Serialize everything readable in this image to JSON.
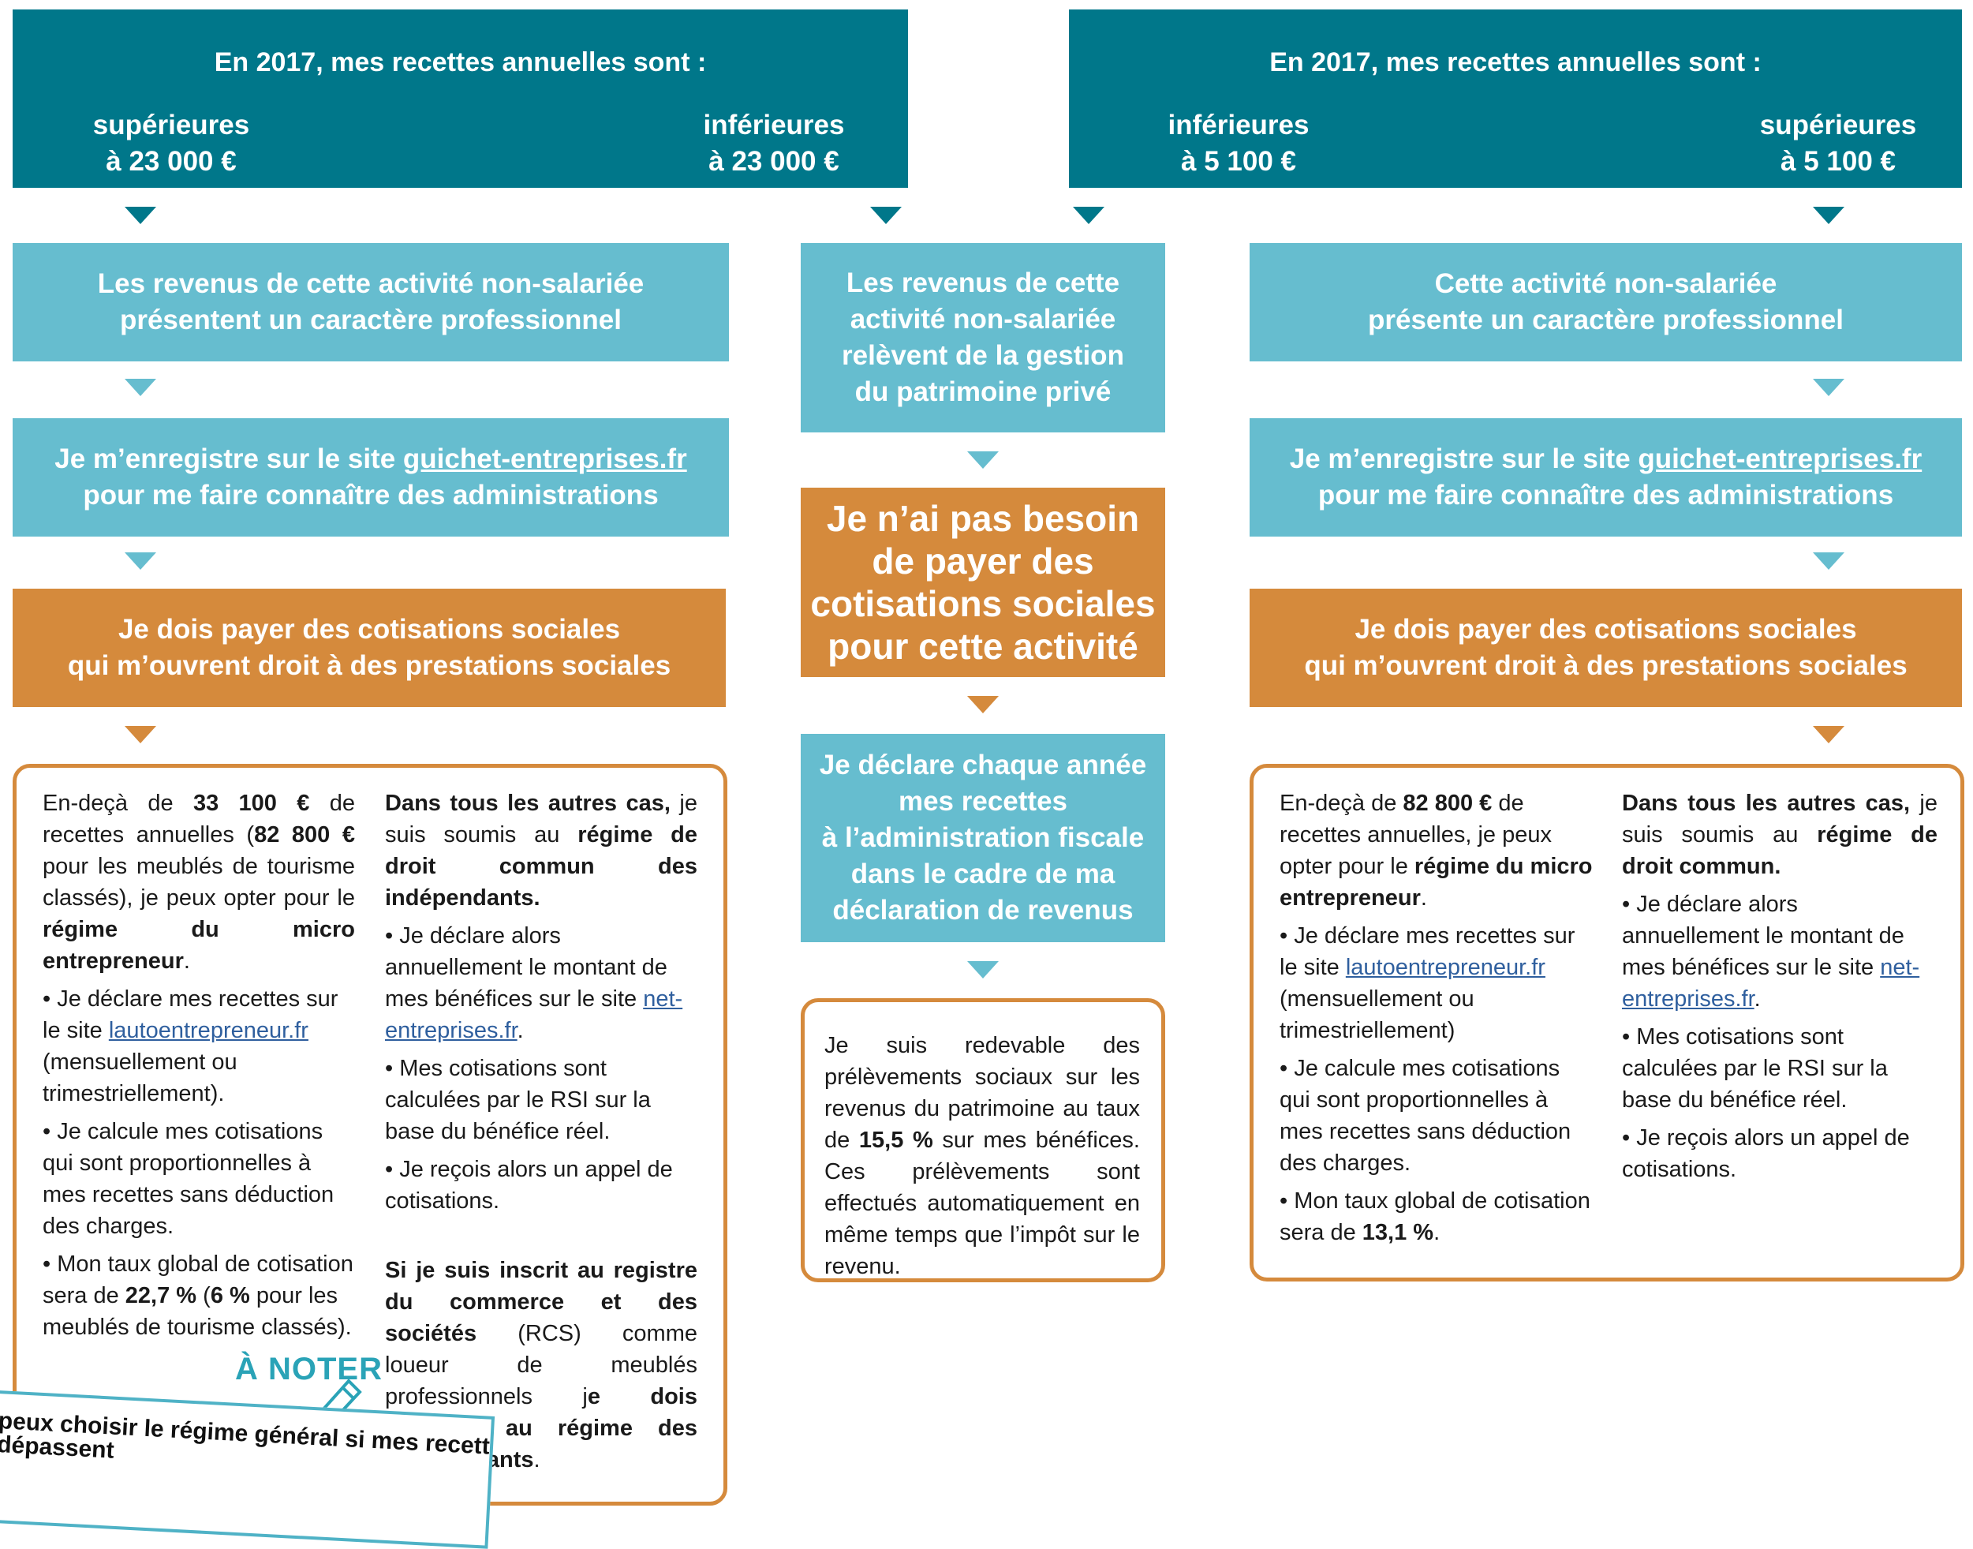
{
  "colors": {
    "dark_teal": "#00778a",
    "light_teal": "#66bdcf",
    "orange": "#d58a3c",
    "link": "#2f5f9e"
  },
  "left_header": {
    "title": "En 2017, mes recettes annuelles sont :",
    "option_left": [
      "supérieures",
      "à 23 000 €"
    ],
    "option_right": [
      "inférieures",
      "à 23 000 €"
    ]
  },
  "right_header": {
    "title": "En 2017, mes recettes annuelles sont :",
    "option_left": [
      "inférieures",
      "à 5 100 €"
    ],
    "option_right": [
      "supérieures",
      "à 5 100 €"
    ]
  },
  "left_branch": {
    "box1": [
      "Les revenus de cette activité non-salariée",
      "présentent un caractère professionnel"
    ],
    "box2_line1_pre": "Je m’enregistre sur le site ",
    "box2_link": "guichet-entreprises.fr",
    "box2_line2": "pour me faire connaître des administrations",
    "box3": [
      "Je dois payer des cotisations sociales",
      "qui m’ouvrent droit à des prestations sociales"
    ],
    "detail_col1": {
      "p1_a": "En-deçà de ",
      "p1_b": "33 100 €",
      "p1_c": " de recettes annuelles (",
      "p1_d": "82 800 €",
      "p1_e": " pour les meublés de tourisme classés), je peux opter pour le ",
      "p1_f": "régime du micro entrepreneur",
      "p1_g": ".",
      "b1_a": "•  Je déclare mes recettes sur le site ",
      "b1_link": "lautoentrepreneur.fr",
      "b1_b": " (mensuellement ou trimestriellement).",
      "b2": "•  Je calcule mes cotisations qui sont proportionnelles à mes recettes sans déduction des charges.",
      "b3_a": "•  Mon taux global de cotisation sera de ",
      "b3_b": "22,7 %",
      "b3_c": " (",
      "b3_d": "6 %",
      "b3_e": " pour les meublés de tourisme classés)."
    },
    "detail_col2": {
      "p1_a": "Dans tous les autres cas,",
      "p1_b": " je suis soumis au ",
      "p1_c": "régime de droit commun des indépendants.",
      "b1_a": "•  Je déclare alors annuellement le montant de mes bénéfices sur le site ",
      "b1_link": "net-entreprises.fr",
      "b1_b": ".",
      "b2": "•  Mes cotisations sont calculées par le RSI sur la base du bénéfice réel.",
      "b3": "•  Je reçois alors un appel de cotisations.",
      "p2_a": "Si je suis inscrit au registre du commerce et des sociétés",
      "p2_b": " (RCS) comme loueur de meublés professionnels j",
      "p2_c": "e dois m’affilier au régime des indépendants",
      "p2_d": "."
    },
    "note": {
      "title": "À NOTER",
      "text": "peux choisir le régime général si mes recett",
      "text2": "dépassent"
    }
  },
  "middle_branch": {
    "box1": [
      "Les revenus de cette",
      "activité non-salariée",
      "relèvent de la gestion",
      "du patrimoine privé"
    ],
    "box2": [
      "Je n’ai pas besoin",
      "de payer des",
      "cotisations sociales",
      "pour cette activité"
    ],
    "box3": [
      "Je déclare chaque année",
      "mes recettes",
      "à l’administration fiscale",
      "dans le cadre de ma",
      "déclaration de revenus"
    ],
    "detail": {
      "a": "Je suis redevable des prélèvements sociaux sur les revenus du patrimoine au taux de ",
      "b": "15,5 %",
      "c": " sur mes bénéfices. Ces prélèvements sont effectués automatiquement en même temps que l’impôt sur le revenu."
    }
  },
  "right_branch": {
    "box1": [
      "Cette activité non-salariée",
      "présente un caractère professionnel"
    ],
    "box2_line1_pre": "Je m’enregistre sur le site ",
    "box2_link": "guichet-entreprises.fr",
    "box2_line2": "pour me faire connaître des administrations",
    "box3": [
      "Je dois payer des cotisations sociales",
      "qui m’ouvrent droit à des prestations sociales"
    ],
    "detail_col1": {
      "p1_a": "En-deçà de ",
      "p1_b": "82 800 €",
      "p1_c": " de recettes annuelles, je peux opter pour le ",
      "p1_d": "régime du micro entrepreneur",
      "p1_e": ".",
      "b1_a": "•  Je déclare mes recettes sur le site ",
      "b1_link": "lautoentrepreneur.fr",
      "b1_b": " (mensuellement ou trimestriellement)",
      "b2": "•  Je calcule mes cotisations qui sont proportionnelles à mes recettes sans déduction des charges.",
      "b3_a": "•  Mon taux global de cotisation sera de ",
      "b3_b": "13,1 %",
      "b3_c": "."
    },
    "detail_col2": {
      "p1_a": "Dans tous les autres cas,",
      "p1_b": " je suis soumis au ",
      "p1_c": "régime de droit commun.",
      "b1_a": "•  Je déclare alors annuellement le montant de mes bénéfices sur le site ",
      "b1_link": "net-entreprises.fr",
      "b1_b": ".",
      "b2": "•  Mes cotisations sont calculées par le RSI sur la base du bénéfice réel.",
      "b3": "•  Je reçois alors un appel de cotisations."
    }
  }
}
